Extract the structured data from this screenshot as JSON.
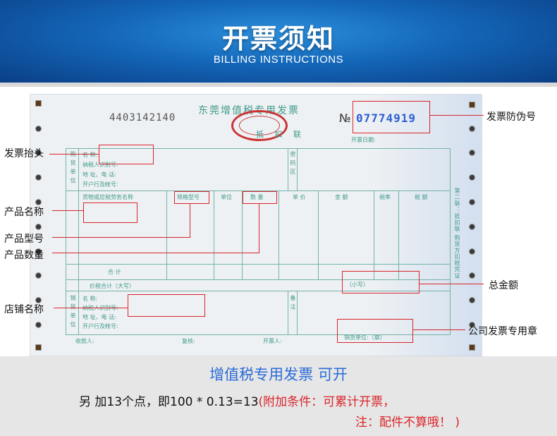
{
  "header": {
    "title": "开票须知",
    "subtitle": "BILLING INSTRUCTIONS"
  },
  "invoice": {
    "code": "4403142140",
    "title": "东莞增值税专用发票",
    "sub": "抵 扣 联",
    "no_label": "№",
    "no_value": "07774919",
    "date_label": "开票日期:",
    "buyer_side": "购 货 单 位",
    "buyer_fields": [
      "名    称:",
      "纳税人识别号:",
      "地 址、电 话:",
      "开户行及帐号:"
    ],
    "code_area": "密 码 区",
    "col_headers": [
      "货物或应税劳务名称",
      "规格型号",
      "单位",
      "数 量",
      "单 价",
      "金 额",
      "税率",
      "税 额"
    ],
    "total_label": "合          计",
    "total_words": "价税合计（大写）",
    "total_small": "（小写）",
    "seller_side": "销 货 单 位",
    "seller_fields": [
      "名    称:",
      "纳税人识别号:",
      "地 址、电 话:",
      "开户行及帐号:"
    ],
    "remark": "备 注",
    "receiver": "收款人:",
    "reviewer": "复核:",
    "issuer": "开票人:",
    "seller_stamp": "销货单位:（章）",
    "side_note": "第二联：抵扣联 购货方扣税凭证"
  },
  "labels": {
    "anti_fake": "发票防伪号",
    "invoice_head": "发票抬头",
    "product_name": "产品名称",
    "product_model": "产品型号",
    "product_qty": "产品数量",
    "total_amount": "总金额",
    "shop_name": "店铺名称",
    "company_stamp": "公司发票专用章"
  },
  "footer": {
    "vat_line": "增值税专用发票  可开",
    "calc": "另 加13个点，即100 * 0.13=13",
    "condition": "(附加条件：可累计开票，",
    "note": "注：配件不算哦！ )"
  },
  "colors": {
    "banner": "#1466b8",
    "red": "#d9252b",
    "green_ink": "#3f9a8b",
    "blue_text": "#2b6bd8"
  }
}
